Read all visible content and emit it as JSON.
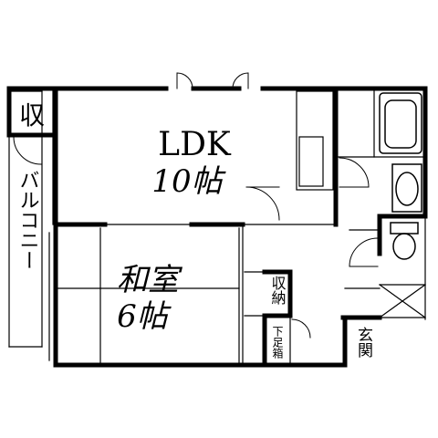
{
  "rooms": {
    "ldk": {
      "name": "LDK",
      "size": "10帖"
    },
    "washitsu": {
      "name": "和室",
      "size": "6帖"
    },
    "storage_outside": "収",
    "balcony": "バルコニー",
    "closet": "収納",
    "shoe_box": "下足箱",
    "entrance": "玄関"
  }
}
